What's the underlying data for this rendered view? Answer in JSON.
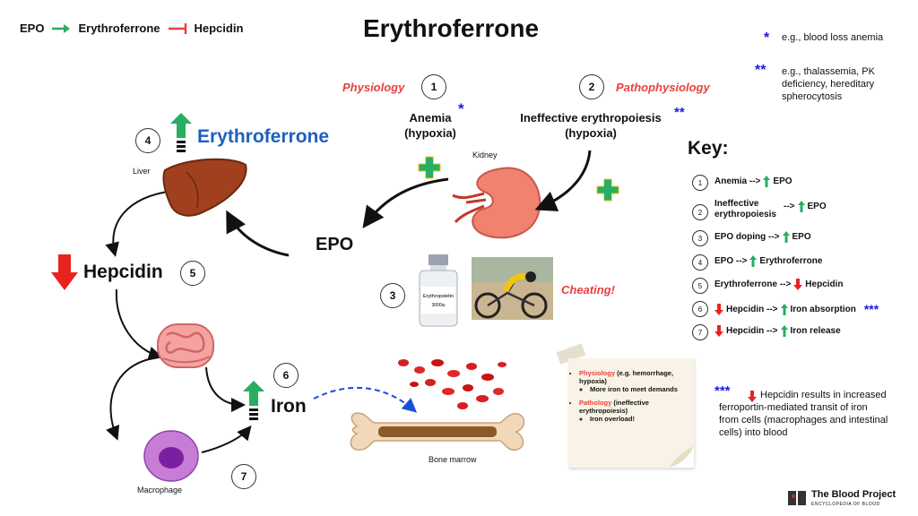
{
  "header": {
    "legend_epo": "EPO",
    "legend_erfe": "Erythroferrone",
    "legend_hepcidin": "Hepcidin",
    "title": "Erythroferrone"
  },
  "footnotes": {
    "star1_mark": "*",
    "star1_text": "e.g., blood loss anemia",
    "star2_mark": "**",
    "star2_text": "e.g., thalassemia, PK deficiency, hereditary spherocytosis",
    "star3_mark": "***",
    "star3_text": "Hepcidin results in increased ferroportin-mediated transit of iron from cells (macrophages and intestinal cells) into blood"
  },
  "diagram": {
    "physiology_label": "Physiology",
    "pathophysiology_label": "Pathophysiology",
    "num1": "1",
    "num2": "2",
    "num3": "3",
    "num4": "4",
    "num5": "5",
    "num6": "6",
    "num7": "7",
    "anemia": "Anemia",
    "anemia_star": "*",
    "hypoxia1": "(hypoxia)",
    "ineffective": "Ineffective erythropoiesis",
    "ineffective_star": "**",
    "hypoxia2": "(hypoxia)",
    "kidney_label": "Kidney",
    "epo_label": "EPO",
    "liver_label": "Liver",
    "erythroferrone_label": "Erythroferrone",
    "hepcidin_label": "Hepcidin",
    "iron_label": "Iron",
    "macrophage_label": "Macrophage",
    "bone_marrow_label": "Bone marrow",
    "cheating_label": "Cheating!",
    "vial_text": "Erythropoietin",
    "vial_dose": "3000iu"
  },
  "note": {
    "item1_title": "Physiology",
    "item1_rest": " (e.g. hemorrhage, hypoxia)",
    "item1_sub": "More iron to meet demands",
    "item2_title": "Pathology",
    "item2_rest": " (ineffective erythropoiesis)",
    "item2_sub": "Iron overload!"
  },
  "key": {
    "title": "Key:",
    "rows": [
      {
        "num": "1",
        "a": "Anemia -->",
        "b": "EPO",
        "c": ""
      },
      {
        "num": "2",
        "a": "Ineffective erythropoiesis",
        "b": "-->",
        "c": "EPO"
      },
      {
        "num": "3",
        "a": "EPO doping -->",
        "b": "EPO",
        "c": ""
      },
      {
        "num": "4",
        "a": "EPO -->",
        "b": "Erythroferrone",
        "c": ""
      },
      {
        "num": "5",
        "a": "Erythroferrone -->",
        "b": "Hepcidin",
        "c": ""
      },
      {
        "num": "6",
        "a": "Hepcidin -->",
        "b": "Iron absorption",
        "c": "***"
      },
      {
        "num": "7",
        "a": "Hepcidin -->",
        "b": "Iron release",
        "c": ""
      }
    ]
  },
  "brand": {
    "name": "The Blood Project",
    "tagline": "ENCYCLOPEDIA OF BLOOD"
  },
  "colors": {
    "green": "#27ae60",
    "red": "#e8413c",
    "blue": "#1f5fbf",
    "star_blue": "#1a1adf"
  }
}
